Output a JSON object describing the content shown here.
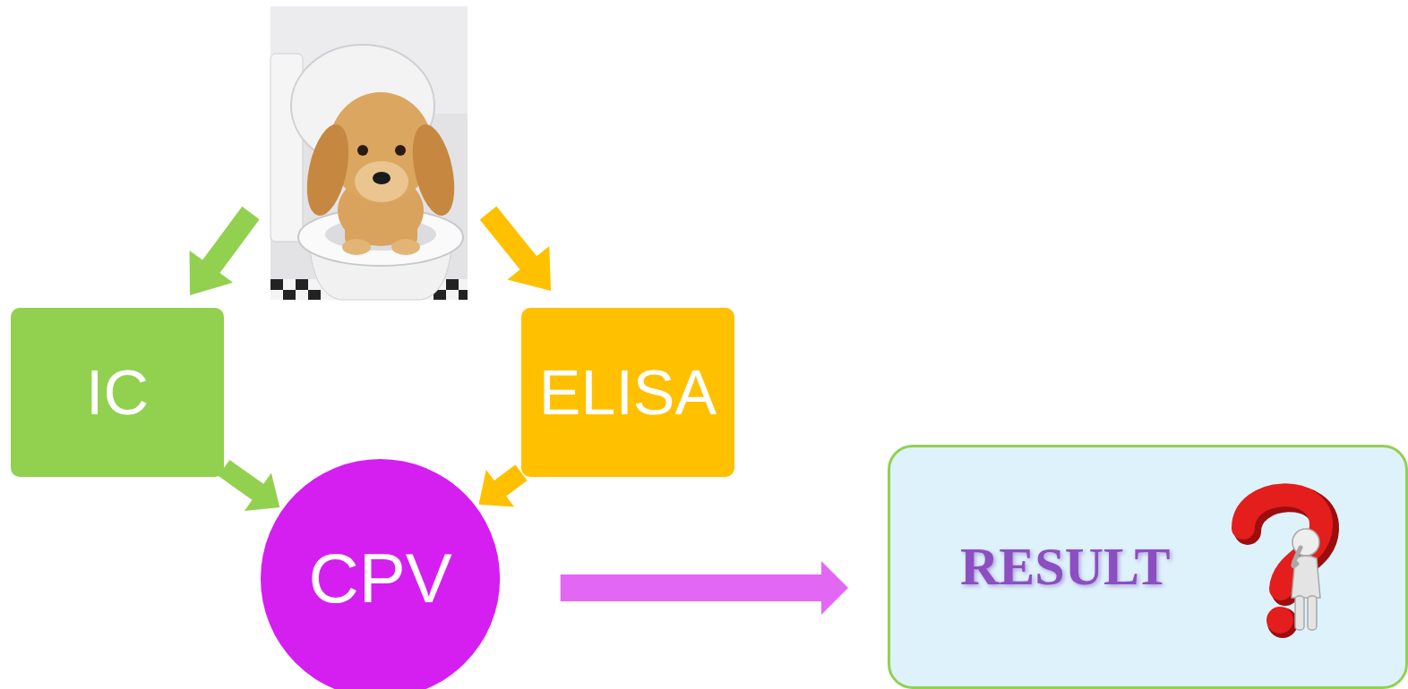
{
  "diagram": {
    "nodes": [
      {
        "text": [
          "IC"
        ]
      },
      {
        "text": [
          "ELISA"
        ]
      },
      {
        "text": [
          "CPV"
        ]
      },
      {
        "text": [
          "RESULT"
        ]
      }
    ],
    "edges": [
      {
        "from": 0,
        "to": 2,
        "arrow": "to"
      },
      {
        "from": 1,
        "to": 2,
        "arrow": "to"
      },
      {
        "from": 2,
        "to": 3,
        "arrow": "to"
      }
    ]
  }
}
